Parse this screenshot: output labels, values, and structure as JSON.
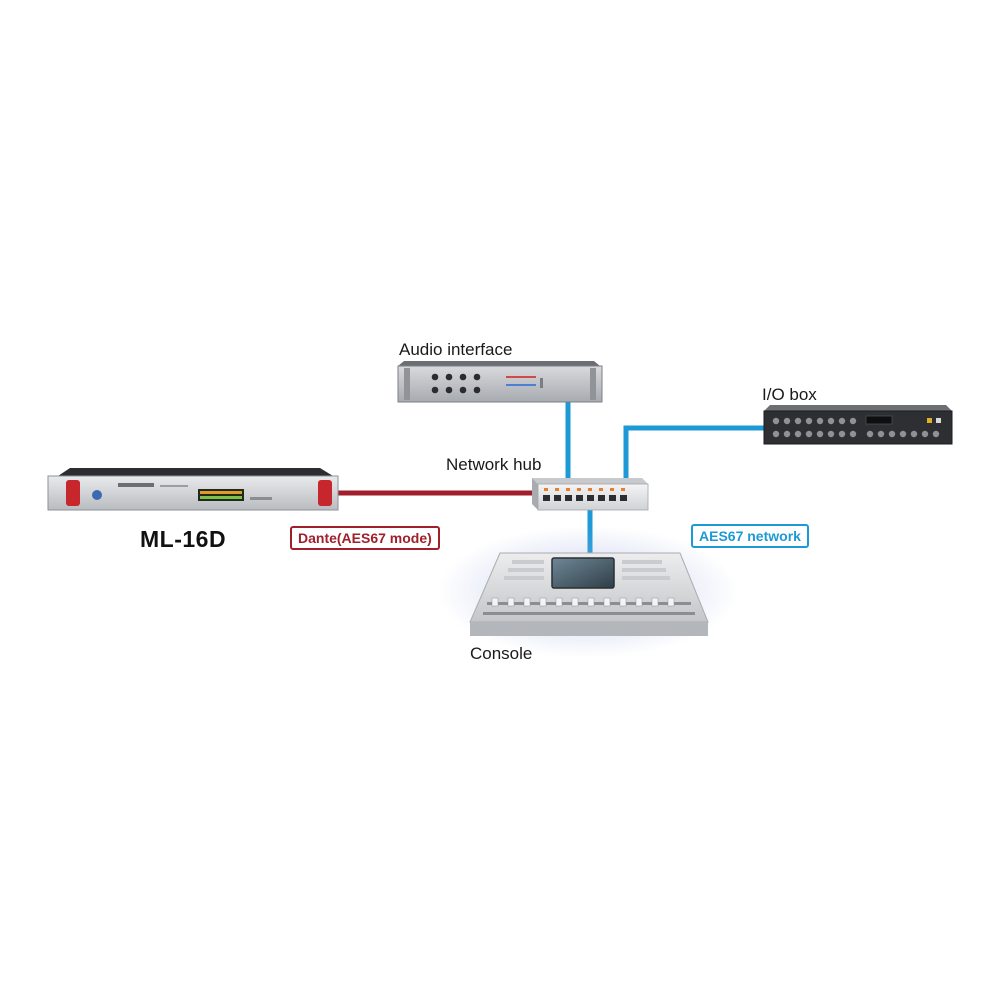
{
  "devices": {
    "ml16d": {
      "name": "ML-16D"
    },
    "audio_interface": {
      "label": "Audio interface"
    },
    "io_box": {
      "label": "I/O box"
    },
    "network_hub": {
      "label": "Network hub"
    },
    "console": {
      "label": "Console"
    }
  },
  "connections": {
    "dante": {
      "label": "Dante(AES67 mode)",
      "color": "#a01f2b"
    },
    "aes67": {
      "label": "AES67 network",
      "color": "#1d9ad6"
    }
  }
}
